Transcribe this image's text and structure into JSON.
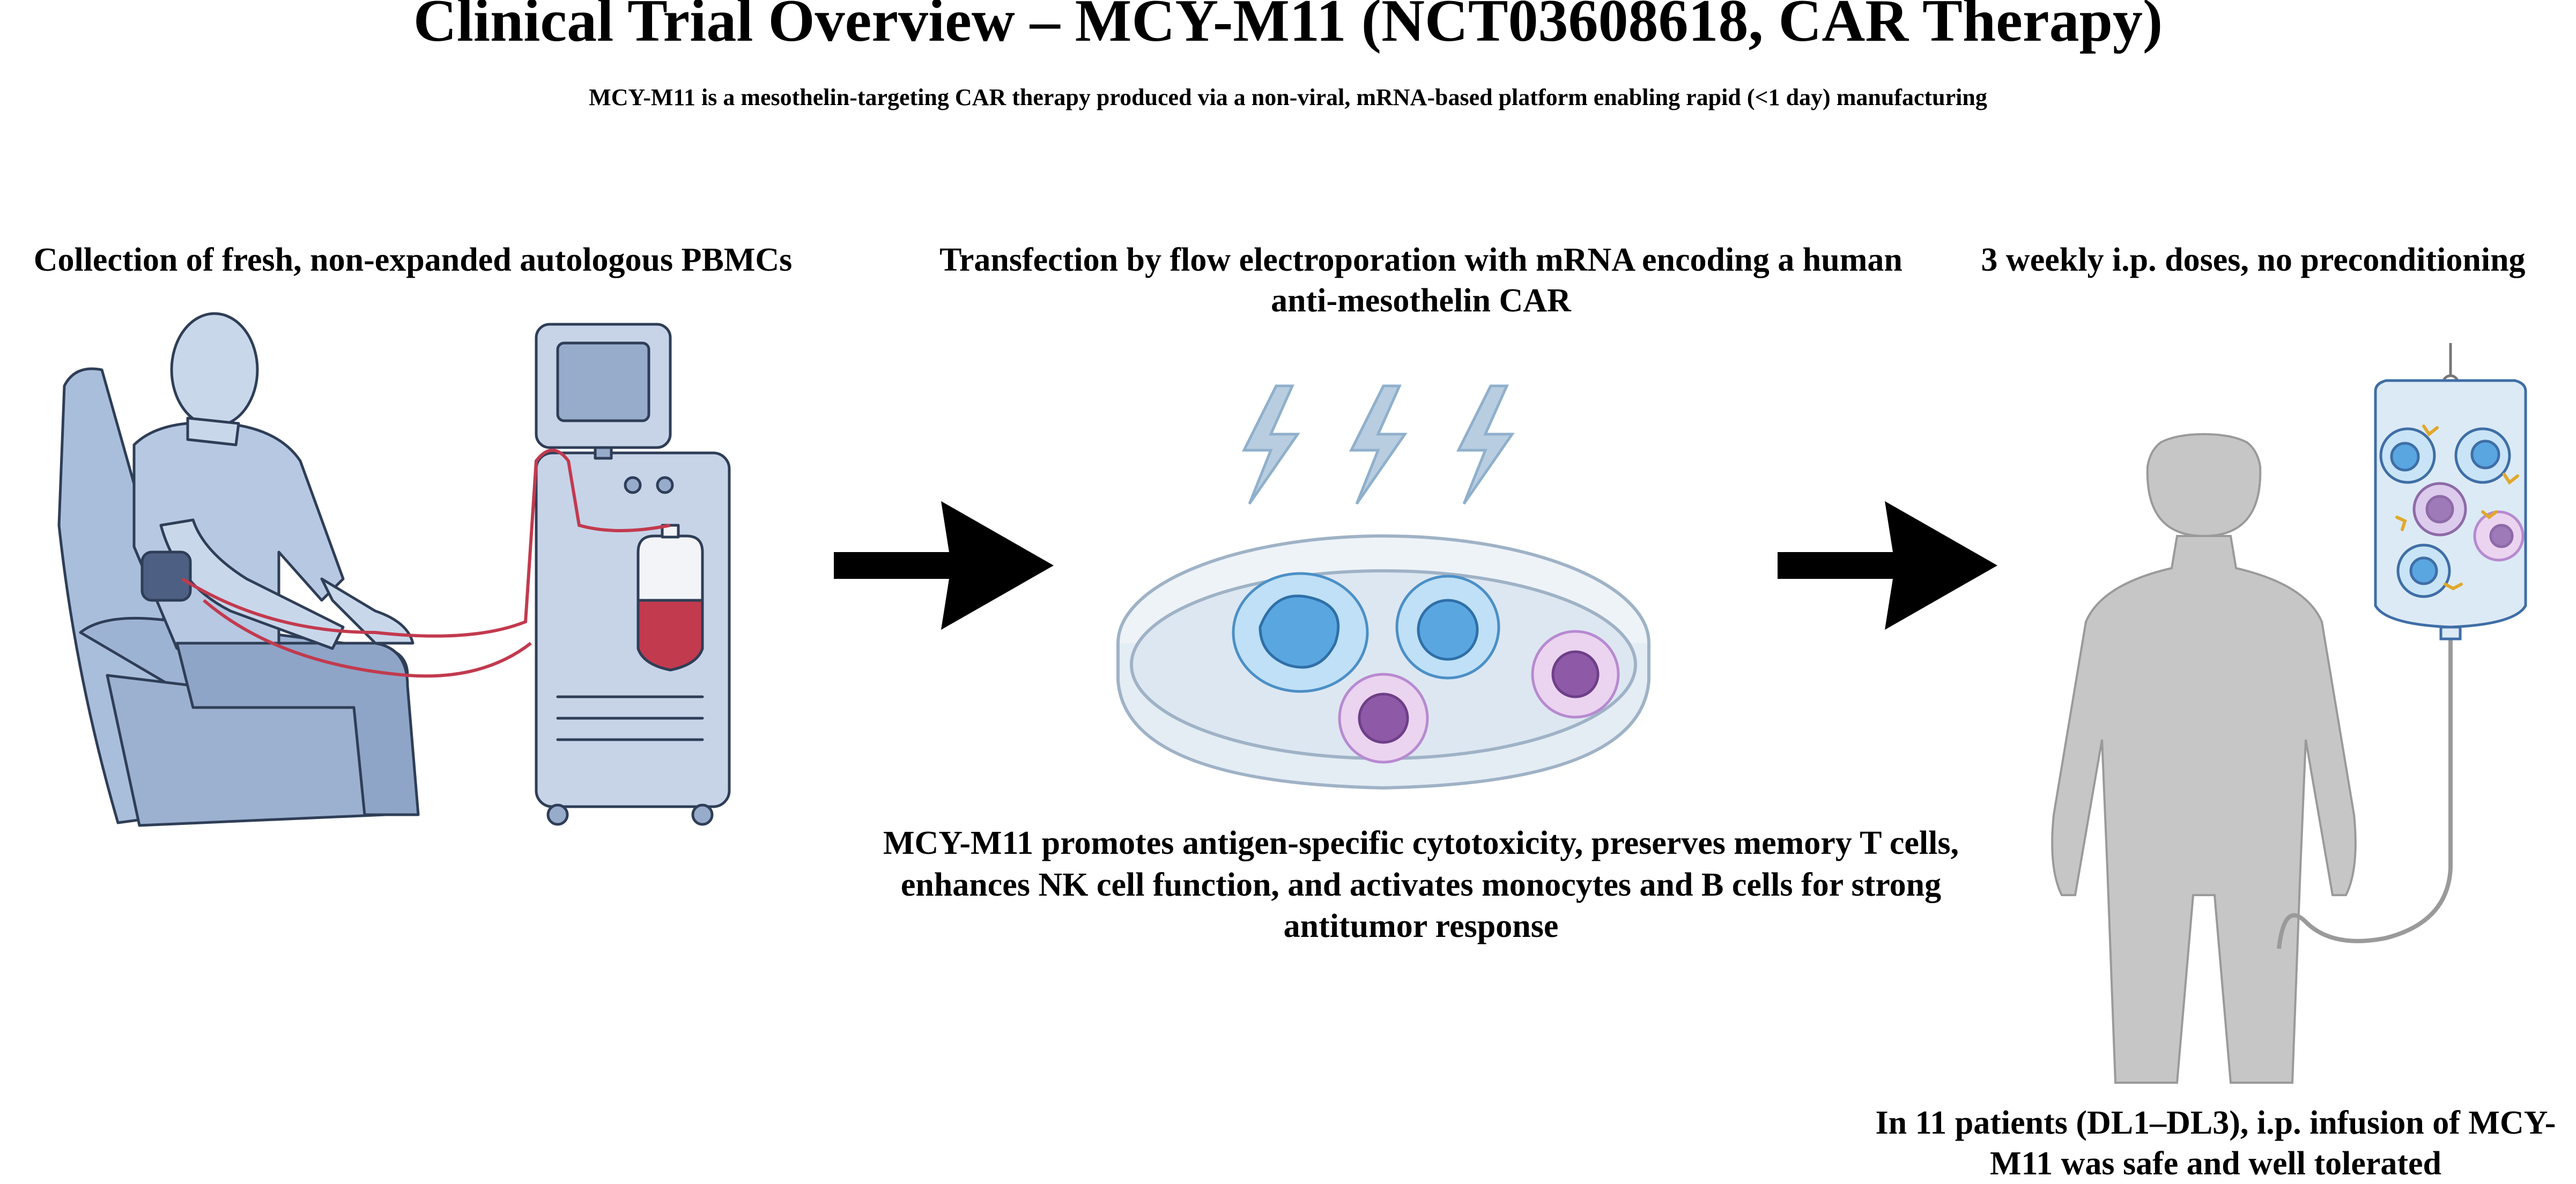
{
  "header": {
    "title": "Clinical Trial Overview – MCY-M11 (NCT03608618, CAR Therapy)",
    "subtitle": "MCY-M11 is a mesothelin-targeting CAR therapy produced via a non-viral, mRNA-based platform enabling rapid (<1 day) manufacturing"
  },
  "steps": [
    {
      "label": "Collection of fresh, non-expanded autologous PBMCs",
      "icon": "apheresis-patient-icon"
    },
    {
      "label": "Transfection by flow electroporation with mRNA encoding a human anti-mesothelin CAR",
      "icon": "petri-dish-electroporation-icon"
    },
    {
      "label": "3 weekly i.p. doses, no preconditioning",
      "icon": "iv-infusion-patient-icon"
    }
  ],
  "results": {
    "product": "MCY-M11 promotes antigen-specific cytotoxicity, preserves memory T cells, enhances NK cell function, and activates monocytes and B cells for strong antitumor response",
    "safety": "In 11 patients (DL1–DL3), i.p. infusion of MCY-M11 was safe and well tolerated"
  },
  "colors": {
    "body_blue": "#a9bedb",
    "outline": "#2f3e57",
    "blood": "#c23a4e",
    "cell_blue": "#6aaee4",
    "cell_purple": "#b78ad0",
    "human_gray": "#c6c6c6",
    "arrow": "#000000"
  }
}
